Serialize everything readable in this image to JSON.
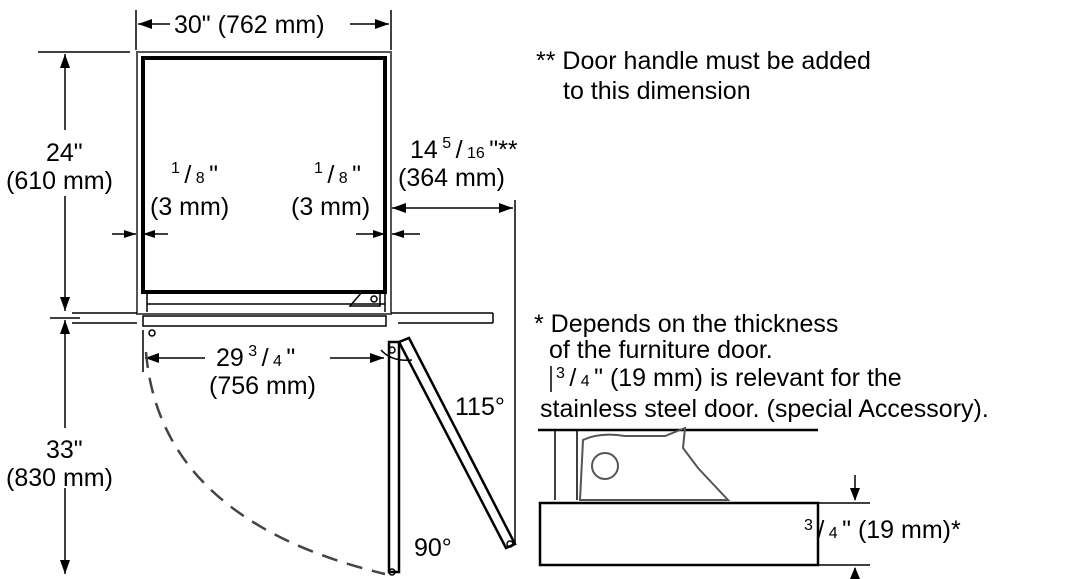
{
  "dim_width": "30\" (762 mm)",
  "note_handle_line1": "** Door handle must be added",
  "note_handle_line2": "to this dimension",
  "dim_height_top_in": "24\"",
  "dim_height_top_mm": "(610 mm)",
  "gap_left_in_num": "1",
  "gap_left_in_den": "8",
  "gap_left_in_suffix": "\"",
  "gap_left_mm": "(3 mm)",
  "gap_right_in_num": "1",
  "gap_right_in_den": "8",
  "gap_right_in_suffix": "\"",
  "gap_right_mm": "(3 mm)",
  "door_depth_whole": "14",
  "door_depth_num": "5",
  "door_depth_den": "16",
  "door_depth_suffix": "\"**",
  "door_depth_mm": "(364 mm)",
  "inner_width_whole": "29",
  "inner_width_num": "3",
  "inner_width_den": "4",
  "inner_width_suffix": "\"",
  "inner_width_mm": "(756 mm)",
  "angle_115": "115°",
  "angle_90": "90°",
  "dim_height_bottom_in": "33\"",
  "dim_height_bottom_mm": "(830 mm)",
  "note_depends_line1": "* Depends on the thickness",
  "note_depends_line2": "of the furniture door.",
  "note_depends_line3_frac_num": "3",
  "note_depends_line3_frac_den": "4",
  "note_depends_line3_text": "\" (19 mm) is relevant for the",
  "note_depends_line4": "stainless steel door. (special Accessory).",
  "panel_thickness_num": "3",
  "panel_thickness_den": "4",
  "panel_thickness_text": "\" (19 mm)*"
}
